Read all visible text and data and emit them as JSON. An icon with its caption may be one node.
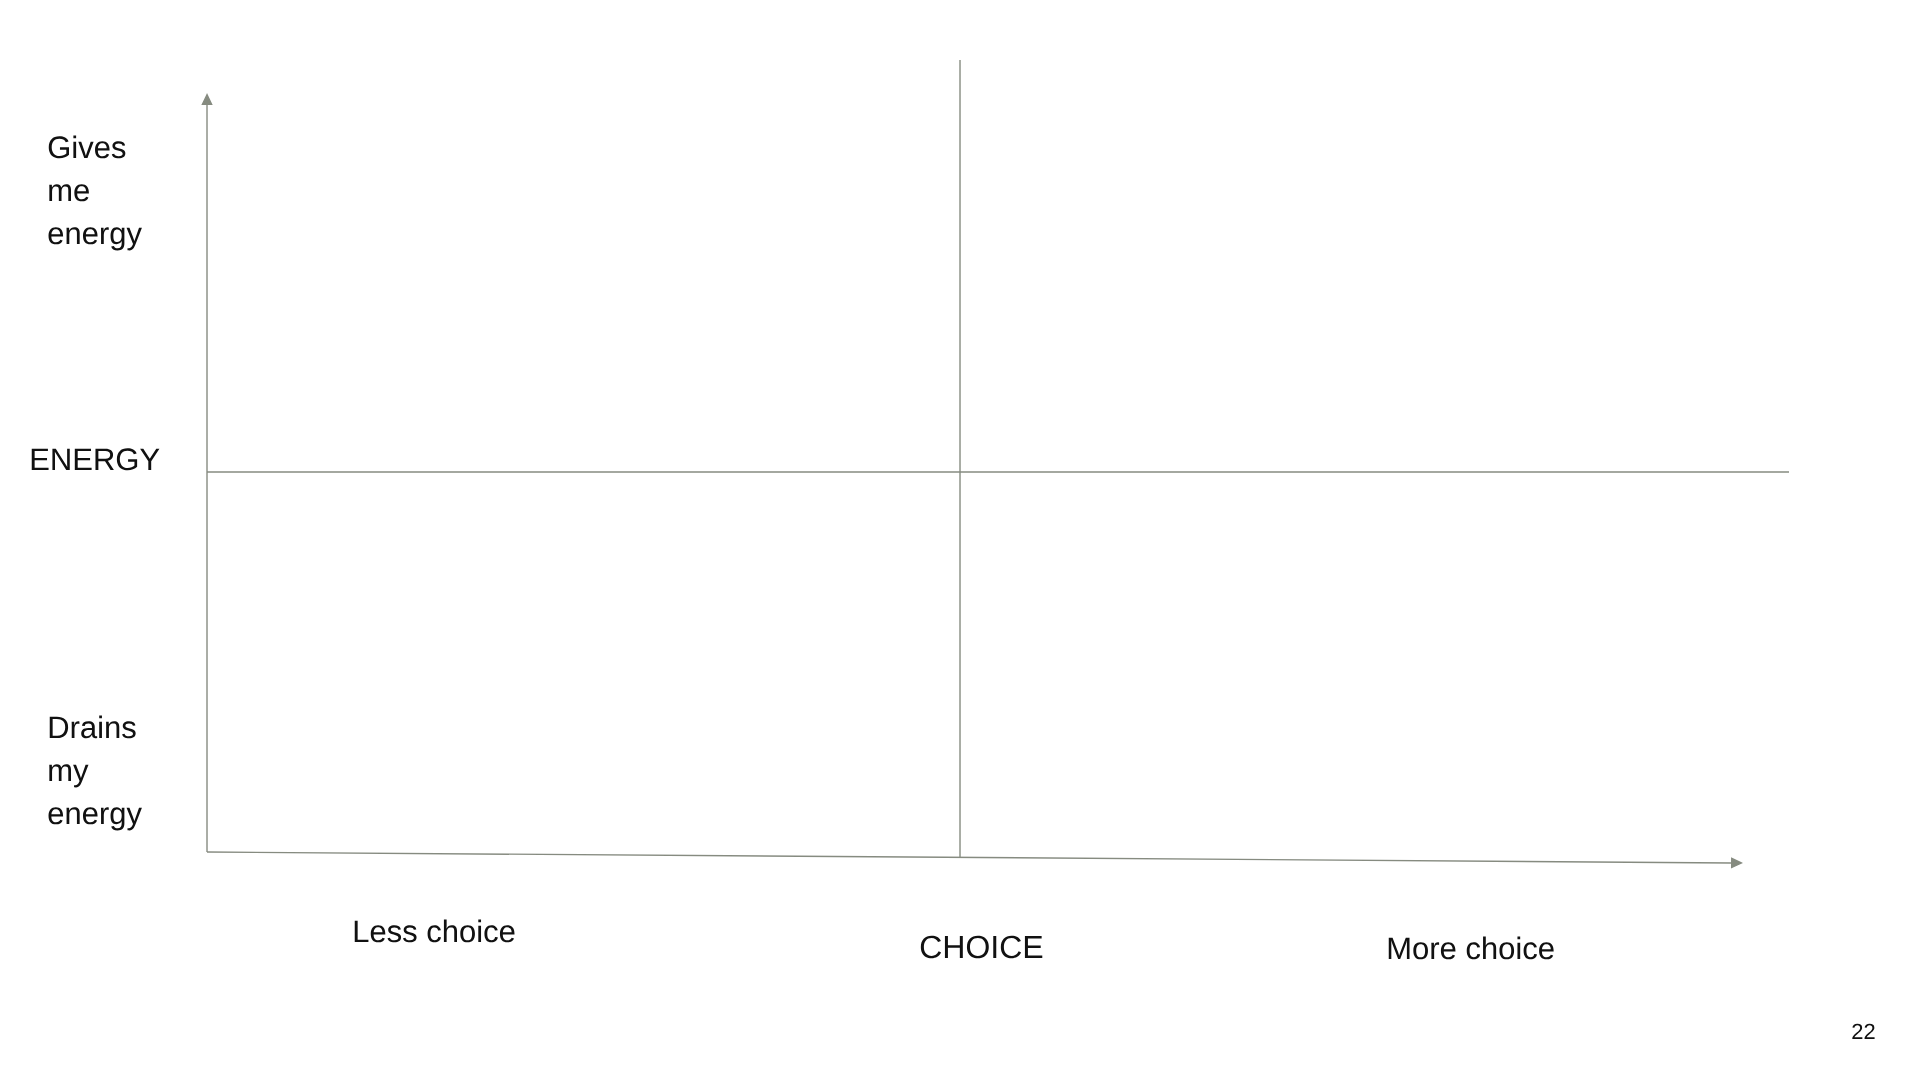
{
  "diagram": {
    "labels": [
      "Gives me energy",
      "ENERGY",
      "Drains my energy",
      "Less choice",
      "CHOICE",
      "More choice",
      "22"
    ]
  }
}
